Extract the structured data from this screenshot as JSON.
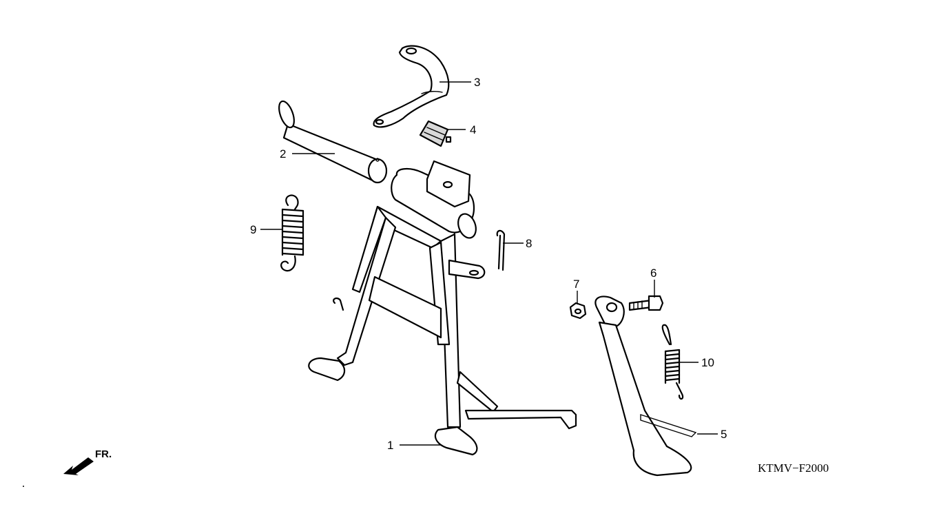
{
  "diagram": {
    "drawing_code": "KTMV−F2000",
    "direction_label": "FR.",
    "callouts": [
      {
        "id": "1",
        "label": "1"
      },
      {
        "id": "2",
        "label": "2"
      },
      {
        "id": "3",
        "label": "3"
      },
      {
        "id": "4",
        "label": "4"
      },
      {
        "id": "5",
        "label": "5"
      },
      {
        "id": "6",
        "label": "6"
      },
      {
        "id": "7",
        "label": "7"
      },
      {
        "id": "8",
        "label": "8"
      },
      {
        "id": "9",
        "label": "9"
      },
      {
        "id": "10",
        "label": "10"
      }
    ]
  }
}
